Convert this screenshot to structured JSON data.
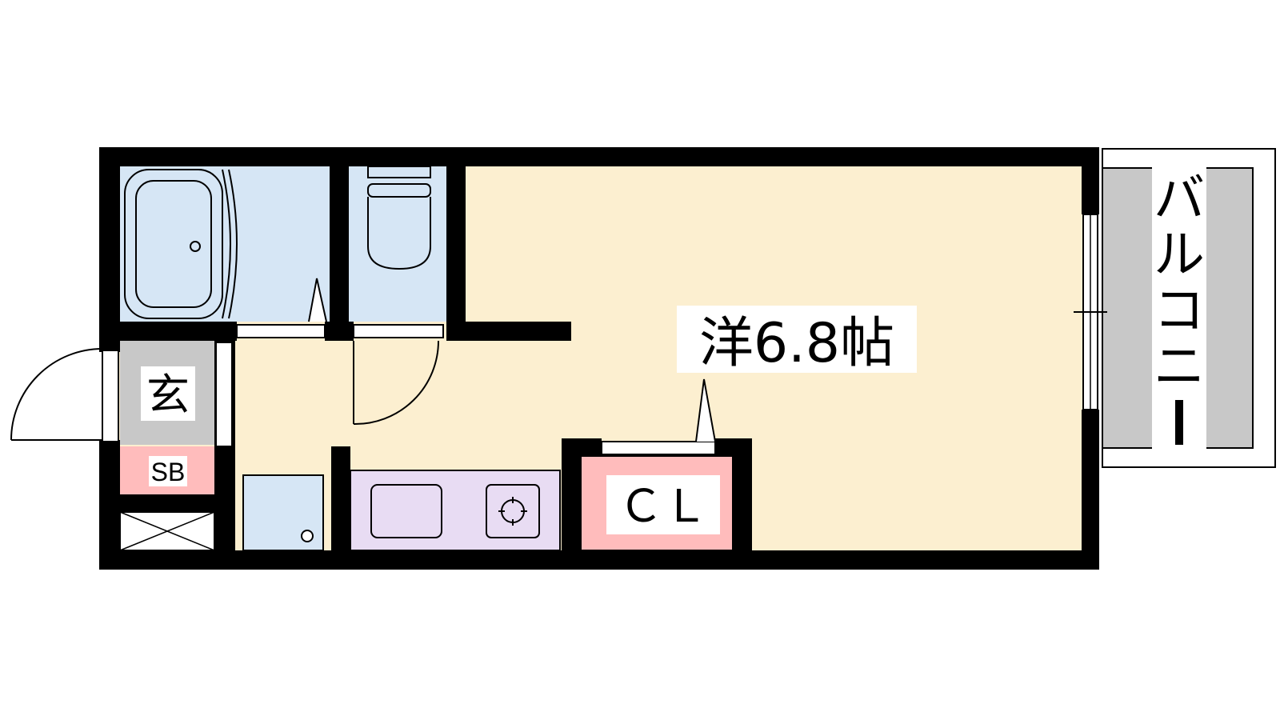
{
  "floor_plan": {
    "rooms": {
      "western_room": {
        "label": "洋6.8帖"
      },
      "closet": {
        "label": "ＣＬ"
      },
      "entrance": {
        "label": "玄"
      },
      "shoe_box": {
        "label": "SB"
      }
    },
    "balcony": {
      "label": "バルコニー",
      "chars": [
        "バ",
        "ル",
        "コ",
        "ニ",
        "ー"
      ]
    }
  },
  "colors": {
    "wall": "#000000",
    "room_floor": "#fcefd0",
    "wet_area": "#d6e6f5",
    "kitchen": "#e8dcf3",
    "closet": "#ffbcbc",
    "entrance": "#c8c8c8",
    "balcony_floor": "#c8c8c8"
  }
}
